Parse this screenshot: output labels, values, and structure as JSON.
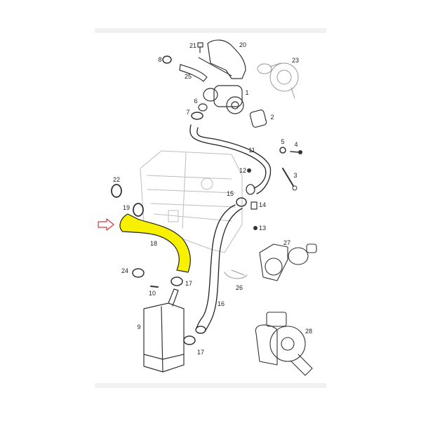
{
  "diagram": {
    "highlight_color": "#f7f000",
    "arrow_color": "#d23a3a",
    "highlighted_part": "18",
    "part_labels": [
      "21",
      "20",
      "8",
      "25",
      "23",
      "1",
      "6",
      "7",
      "2",
      "5",
      "4",
      "11",
      "3",
      "12",
      "22",
      "15",
      "14",
      "19",
      "13",
      "18",
      "27",
      "24",
      "17",
      "10",
      "26",
      "16",
      "9",
      "28",
      "17"
    ]
  }
}
